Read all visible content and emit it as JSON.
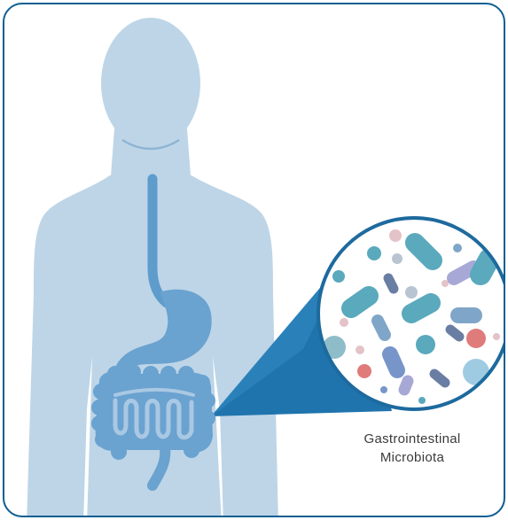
{
  "caption": {
    "line1": "Gastrointestinal",
    "line2": "Microbiota"
  },
  "colors": {
    "frame": "#0d5e92",
    "body": "#bdd5e7",
    "gut": "#5e9ccc",
    "gut_light": "#9fc1df",
    "callout": "#1f74ad",
    "circle_border": "#1d6a9e",
    "microbe_teal": "#5aa9bd",
    "microbe_navy": "#6a7ea4",
    "microbe_lavender": "#a8a8d6",
    "microbe_red": "#e07b7b",
    "microbe_pink": "#e3c2c8",
    "microbe_gray": "#b9c4d2"
  },
  "icons": [
    "human-silhouette",
    "esophagus",
    "stomach",
    "intestines",
    "magnifier-circle",
    "microbe"
  ]
}
